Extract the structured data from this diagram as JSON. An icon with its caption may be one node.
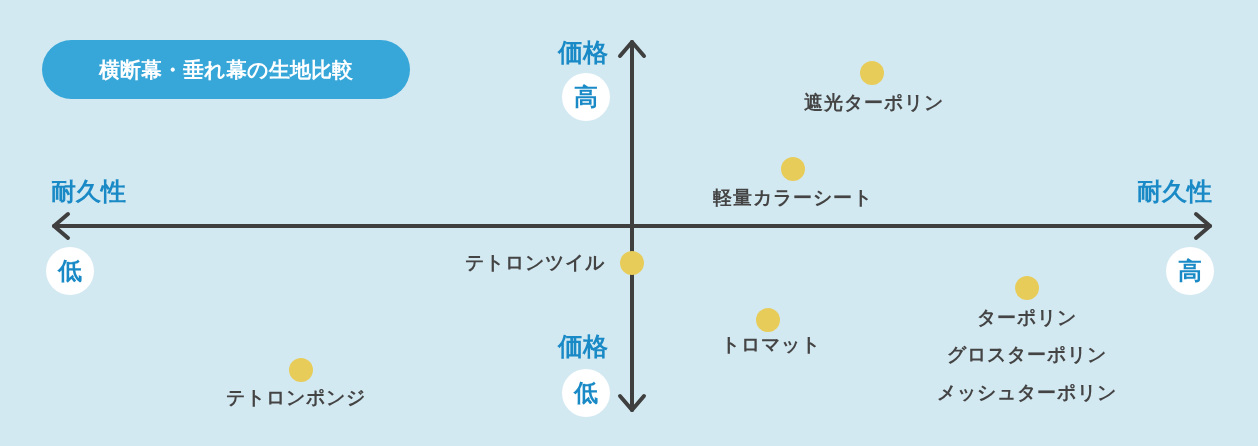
{
  "diagram": {
    "title": "横断幕・垂れ幕の生地比較",
    "nodes": [
      {
        "text": [
          "高"
        ]
      },
      {
        "text": [
          "低"
        ]
      },
      {
        "text": [
          "高"
        ]
      },
      {
        "text": [
          "低"
        ]
      }
    ],
    "labels": [
      "価格",
      "遮光ターポリン",
      "耐久性",
      "耐久性",
      "軽量カラーシート",
      "テトロンツイル",
      "ターポリン",
      "価格",
      "トロマット",
      "グロスターポリン",
      "メッシュターポリン",
      "テトロンポンジ"
    ]
  }
}
